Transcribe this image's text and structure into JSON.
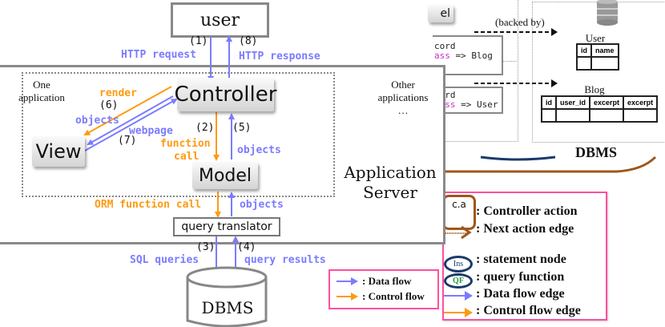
{
  "left_diagram": {
    "user_label": "user",
    "steps": {
      "s1": "(1)",
      "s2": "(2)",
      "s3": "(3)",
      "s4": "(4)",
      "s5": "(5)",
      "s6": "(6)",
      "s7": "(7)",
      "s8": "(8)"
    },
    "edge_labels": {
      "http_request": "HTTP request",
      "http_response": "HTTP response",
      "render": "render",
      "objects_view": "objects",
      "webpage": "webpage",
      "function_call_1": "function",
      "function_call_2": "call",
      "objects_model": "objects",
      "orm_function_call": "ORM function call",
      "objects_translator": "objects",
      "sql_queries": "SQL queries",
      "query_results": "query results"
    },
    "one_application_1": "One",
    "one_application_2": "application",
    "other_applications_1": "Other",
    "other_applications_2": "applications",
    "other_applications_3": "…",
    "controller_label": "Controller",
    "view_label": "View",
    "model_label": "Model",
    "app_server_1": "Application",
    "app_server_2": "Server",
    "query_translator_label": "query translator",
    "dbms_label": "DBMS",
    "legend": {
      "data_flow": ": Data flow",
      "control_flow": ": Control flow"
    }
  },
  "right_diagram": {
    "partial_label": "el",
    "code_1_line1": "cord",
    "code_1_kw": "ass",
    "code_1_rest": " => Blog",
    "code_2_line1": "cord",
    "code_2_kw": "lass",
    "code_2_rest": " => User",
    "backed_by": "(backed by)",
    "user_table": {
      "title": "User",
      "columns": [
        "id",
        "name"
      ]
    },
    "blog_table": {
      "title": "Blog",
      "columns": [
        "id",
        "user_id",
        "excerpt",
        "excerpt"
      ]
    },
    "dbms_label": "DBMS",
    "legend": {
      "ca_label": "c.a",
      "controller_action": ": Controller action",
      "next_action_edge": ": Next action edge",
      "ins_label": "Ins",
      "statement_node": ": statement node",
      "qf_label": "QF",
      "query_function": ": query function",
      "data_flow_edge": ": Data flow edge",
      "control_flow_edge": ": Control flow edge"
    }
  },
  "colors": {
    "data_flow": "#7b7bff",
    "control_flow": "#ff9a10",
    "legend_border": "#ff4fa0",
    "next_action": "#a0561a",
    "dark_blue": "#1a3a6a"
  }
}
